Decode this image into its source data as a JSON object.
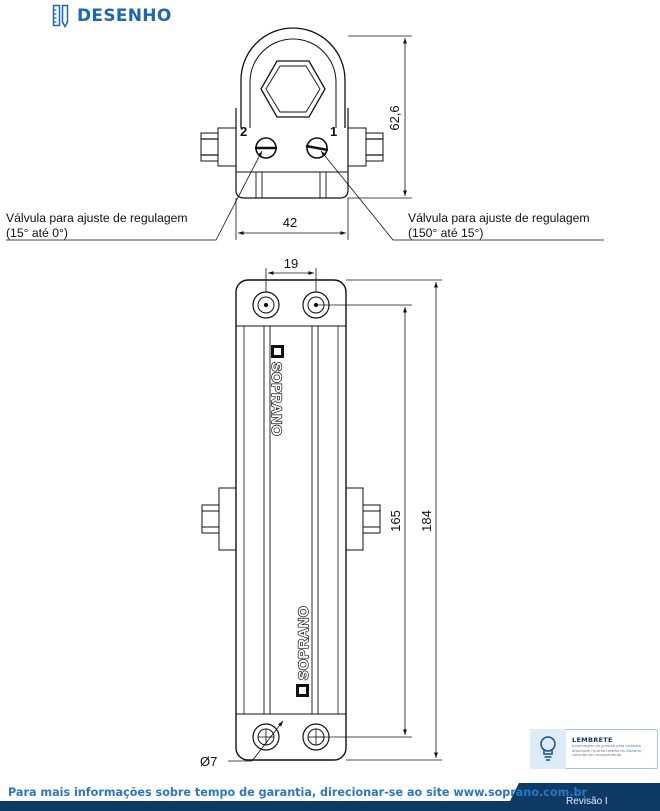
{
  "header": {
    "title": "DESENHO",
    "icon": "ruler-pencil-icon",
    "color": "#1d66b2"
  },
  "drawing": {
    "port_labels": [
      "2",
      "1"
    ],
    "callout_left": {
      "line1": "Válvula para ajuste de regulagem",
      "line2": "(15° até 0°)"
    },
    "callout_right": {
      "line1": "Válvula para ajuste de regulagem",
      "line2": "(150° até 15°)"
    },
    "dimensions": {
      "top_height": "62,6",
      "top_width": "42",
      "hole_spacing": "19",
      "inner_length": "165",
      "overall_length": "184",
      "hole_diameter": "Ø7"
    },
    "brand_mark": "SOPRANO"
  },
  "reminder": {
    "title": "LEMBRETE",
    "text": "Informações do produto para cadastro disponível na área restrita da Soprano, consulte seu representante.",
    "icon": "lightbulb-icon"
  },
  "footer": {
    "note": "Para mais informações sobre tempo de garantia, direcionar-se ao site www.soprano.com.br",
    "revision": "Revisão I",
    "band_color": "#0e3a66"
  }
}
